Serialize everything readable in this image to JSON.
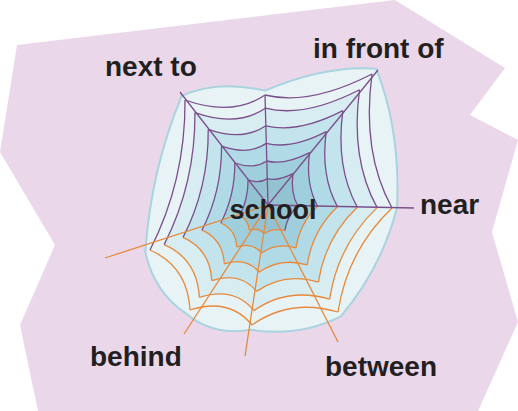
{
  "diagram": {
    "nodes": [
      {
        "text": [
          "school"
        ]
      }
    ],
    "labels": [
      "next to",
      "in front of",
      "near",
      "behind",
      "between"
    ]
  }
}
